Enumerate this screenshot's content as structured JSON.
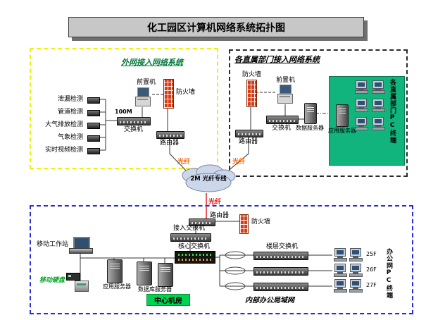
{
  "title": "化工园区计算机网络系统拓扑图",
  "external_network": {
    "title": "外网接入网络系统",
    "sensors": [
      "泄漏检测",
      "管道检测",
      "大气排放检测",
      "气象检测",
      "实时视频检测"
    ],
    "bandwidth": "100M",
    "switch": "交换机",
    "front_machine": "前置机",
    "firewall": "防火墙",
    "router": "路由器",
    "fiber": "光纤"
  },
  "department_network": {
    "title": "各直属部门接入网络系统",
    "firewall": "防火墙",
    "front_machine": "前置机",
    "switch": "交换机",
    "router": "路由器",
    "data_server": "数据服务器",
    "app_server": "应用服务器",
    "pc_terminals": "各直属部门PC终端",
    "fiber": "光纤"
  },
  "wan_link": {
    "cloud": "2M 光纤专线",
    "fiber": "光纤"
  },
  "internal_network": {
    "router": "路由器",
    "access_switch": "接入交换机",
    "firewall": "防火墙",
    "core_switch": "核心交换机",
    "mobile_workstation": "移动工作站",
    "mobile_disk": "移动硬盘",
    "app_server": "应用服务器",
    "db_server": "数据库服务器",
    "server_room": "中心机房",
    "floor_switch": "楼层交换机",
    "lan_name": "内部办公局域网",
    "floors": [
      "25F",
      "26F",
      "27F"
    ],
    "office_pcs": "办公网PC终端"
  },
  "colors": {
    "section_border_external": "#efef10",
    "section_border_department": "#2a2a2a",
    "section_border_internal": "#2b2bd8",
    "department_pc_zone": "#10b47c",
    "server_room_badge": "#00d34f",
    "fiber_label_top": "#ff6600",
    "fiber_label_bottom": "#ee1111",
    "firewall_brick": "#d43d17",
    "title_bar": "#c7c7c7"
  }
}
